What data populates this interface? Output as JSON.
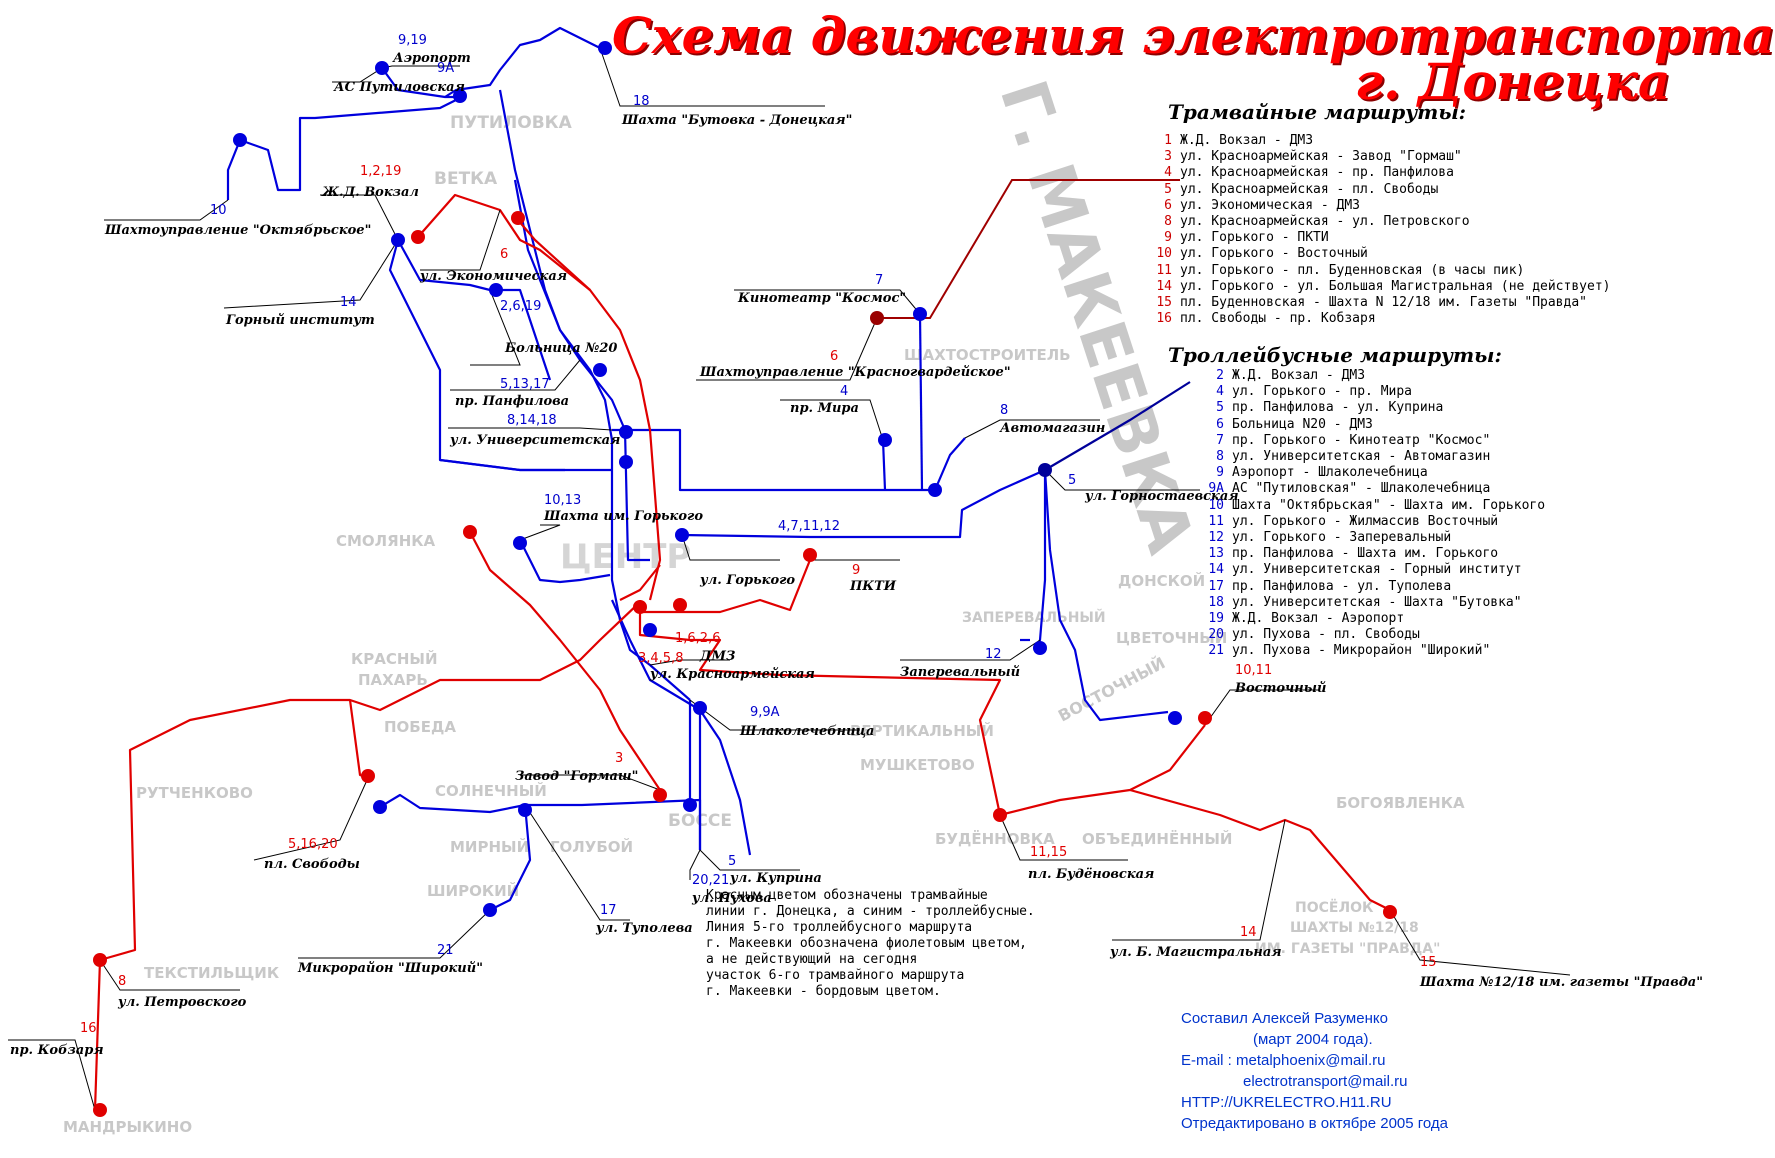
{
  "title": {
    "line1": "Схема движения электротранспорта",
    "line2": "г. Донецка"
  },
  "watermark": "Г. МАКЕЕВКА",
  "colors": {
    "tram": "#e00000",
    "trolley": "#0000dd",
    "makeevka": "#00009a",
    "inactive_tram": "#a00000",
    "district_label": "#c8c8c8",
    "title": "#ff0000"
  },
  "legend": {
    "tram_heading": "Трамвайные маршруты:",
    "tram_routes": [
      {
        "num": "1",
        "desc": "Ж.Д. Вокзал - ДМЗ"
      },
      {
        "num": "3",
        "desc": "ул. Красноармейская - Завод \"Гормаш\""
      },
      {
        "num": "4",
        "desc": "ул. Красноармейская - пр. Панфилова"
      },
      {
        "num": "5",
        "desc": "ул. Красноармейская - пл. Свободы"
      },
      {
        "num": "6",
        "desc": "ул. Экономическая - ДМЗ"
      },
      {
        "num": "8",
        "desc": "ул. Красноармейская - ул. Петровского"
      },
      {
        "num": "9",
        "desc": "ул. Горького - ПКТИ"
      },
      {
        "num": "10",
        "desc": "ул. Горького - Восточный"
      },
      {
        "num": "11",
        "desc": "ул. Горького - пл. Буденновская (в часы пик)"
      },
      {
        "num": "14",
        "desc": "ул. Горького - ул. Большая Магистральная (не действует)"
      },
      {
        "num": "15",
        "desc": "пл. Буденновская - Шахта N 12/18 им. Газеты \"Правда\""
      },
      {
        "num": "16",
        "desc": "пл. Свободы - пр. Кобзаря"
      }
    ],
    "trolley_heading": "Троллейбусные маршруты:",
    "trolley_routes": [
      {
        "num": "2",
        "desc": "Ж.Д. Вокзал - ДМЗ"
      },
      {
        "num": "4",
        "desc": "ул. Горького - пр. Мира"
      },
      {
        "num": "5",
        "desc": "пр. Панфилова - ул. Куприна"
      },
      {
        "num": "6",
        "desc": "Больница N20 - ДМЗ"
      },
      {
        "num": "7",
        "desc": "пр. Горького - Кинотеатр \"Космос\""
      },
      {
        "num": "8",
        "desc": "ул. Университетская - Автомагазин"
      },
      {
        "num": "9",
        "desc": "Аэропорт - Шлаколечебница"
      },
      {
        "num": "9А",
        "desc": "АС \"Путиловская\" - Шлаколечебница"
      },
      {
        "num": "10",
        "desc": "Шахта \"Октябрьская\" - Шахта им. Горького"
      },
      {
        "num": "11",
        "desc": "ул. Горького - Жилмассив Восточный"
      },
      {
        "num": "12",
        "desc": "ул. Горького - Заперевальный"
      },
      {
        "num": "13",
        "desc": "пр. Панфилова - Шахта им. Горького"
      },
      {
        "num": "14",
        "desc": "ул. Университетская - Горный институт"
      },
      {
        "num": "17",
        "desc": "пр. Панфилова - ул. Туполева"
      },
      {
        "num": "18",
        "desc": "ул. Университетская - Шахта \"Бутовка\""
      },
      {
        "num": "19",
        "desc": "Ж.Д. Вокзал - Аэропорт"
      },
      {
        "num": "20",
        "desc": "ул. Пухова - пл. Свободы"
      },
      {
        "num": "21",
        "desc": "ул. Пухова - Микрорайон \"Широкий\""
      }
    ]
  },
  "note": "Красным цветом обозначены трамвайные\nлинии г. Донецка, а синим - троллейбусные.\nЛиния 5-го троллейбусного маршрута\nг. Макеевки обозначена фиолетовым цветом,\nа не действующий на сегодня\nучасток 6-го трамвайного маршрута\nг. Макеевки - бордовым цветом.",
  "credits": [
    "Составил Алексей Разуменко",
    "(март 2004 года).",
    "E-mail : metalphoenix@mail.ru",
    "electrotransport@mail.ru",
    "HTTP://UKRELECTRO.H11.RU",
    "Отредактировано в октябре 2005 года"
  ],
  "districts": [
    "ПУТИЛОВКА",
    "ВЕТКА",
    "ШАХТОСТРОИТЕЛЬ",
    "СМОЛЯНКА",
    "КРАСНЫЙ",
    "ПАХАРЬ",
    "ПОБЕДА",
    "РУТЧЕНКОВО",
    "СОЛНЕЧНЫЙ",
    "МИРНЫЙ",
    "ГОЛУБОЙ",
    "БОССЕ",
    "ШИРОКИЙ",
    "ТЕКСТИЛЬЩИК",
    "МАНДРЫКИНО",
    "ВЕРТИКАЛЬНЫЙ",
    "МУШКЕТОВО",
    "БУДЁННОВКА",
    "ОБЪЕДИНЁННЫЙ",
    "ЗАПЕРЕВАЛЬНЫЙ",
    "ЦВЕТОЧНЫЙ",
    "ДОНСКОЙ",
    "ВОСТОЧНЫЙ",
    "БОГОЯВЛЕНКА",
    "ПОСЁЛОК",
    "ШАХТЫ №12/18",
    "ИМ. ГАЗЕТЫ \"ПРАВДА\"",
    "ЦЕНТР"
  ],
  "stations": [
    {
      "label": "Аэропорт",
      "routes": "9,19"
    },
    {
      "label": "АС Путиловская",
      "routes": "9А"
    },
    {
      "label": "Шахта \"Бутовка - Донецкая\"",
      "routes": "18"
    },
    {
      "label": "Шахтоуправление \"Октябрьское\"",
      "routes": "10"
    },
    {
      "label": "Ж.Д. Вокзал",
      "routes": "1,2,19"
    },
    {
      "label": "ул. Экономическая",
      "routes": "6"
    },
    {
      "label": "Горный институт",
      "routes": "14"
    },
    {
      "label": "Больница №20",
      "routes": "2,6,19"
    },
    {
      "label": "пр. Панфилова",
      "routes": "5,13,17"
    },
    {
      "label": "ул. Университетская",
      "routes": "8,14,18"
    },
    {
      "label": "Кинотеатр \"Космос\"",
      "routes": "7"
    },
    {
      "label": "Шахтоуправление \"Красногвардейское\"",
      "routes": "6"
    },
    {
      "label": "пр. Мира",
      "routes": "4"
    },
    {
      "label": "Автомагазин",
      "routes": "8"
    },
    {
      "label": "ул. Горностаевская",
      "routes": "5"
    },
    {
      "label": "Шахта им. Горького",
      "routes": "10,13"
    },
    {
      "label": "ул. Горького",
      "routes": "4,7,11,12"
    },
    {
      "label": "ПКТИ",
      "routes": "9"
    },
    {
      "label": "ДМЗ",
      "routes": "1,6,2,6"
    },
    {
      "label": "ул. Красноармейская",
      "routes": "3,4,5,8"
    },
    {
      "label": "Заперевальный",
      "routes": "12"
    },
    {
      "label": "Восточный",
      "routes": "10,11"
    },
    {
      "label": "Шлаколечебница",
      "routes": "9,9А"
    },
    {
      "label": "Завод \"Гормаш\"",
      "routes": "3"
    },
    {
      "label": "пл. Свободы",
      "routes": "5,16,20"
    },
    {
      "label": "ул. Куприна",
      "routes": "5"
    },
    {
      "label": "ул. Пухова",
      "routes": "20,21"
    },
    {
      "label": "ул. Туполева",
      "routes": "17"
    },
    {
      "label": "Микрорайон \"Широкий\"",
      "routes": "21"
    },
    {
      "label": "пл. Будёновская",
      "routes": "11,15"
    },
    {
      "label": "ул. Б. Магистральная",
      "routes": "14"
    },
    {
      "label": "Шахта №12/18 им. газеты \"Правда\"",
      "routes": "15"
    },
    {
      "label": "ул. Петровского",
      "routes": "8"
    },
    {
      "label": "пр. Кобзаря",
      "routes": "16"
    }
  ]
}
